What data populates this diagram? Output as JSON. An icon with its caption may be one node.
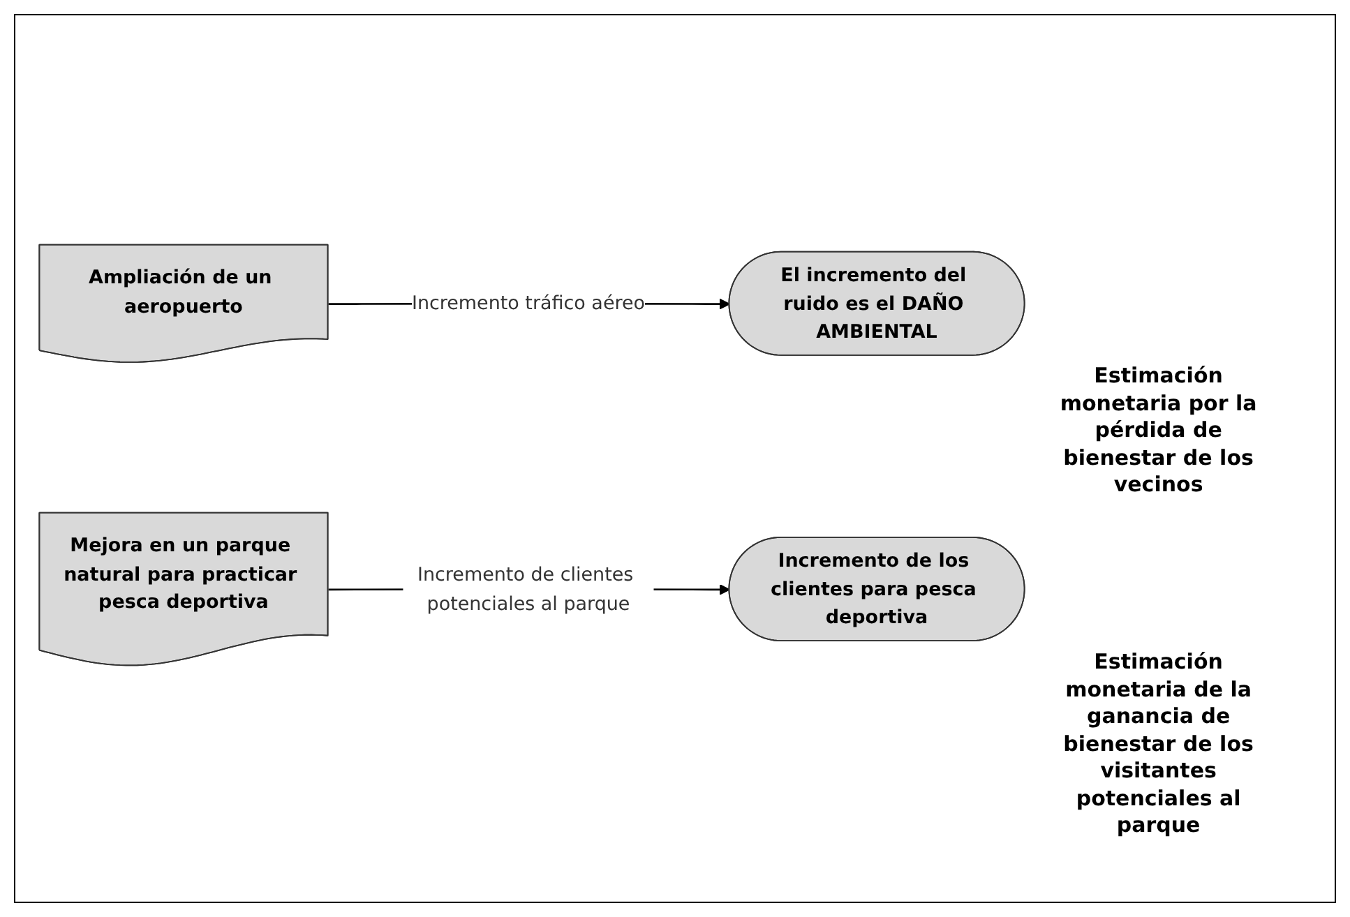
{
  "diagram": {
    "nodes": [
      {
        "text": [
          "Ampliación de un aeropuerto"
        ]
      },
      {
        "text": [
          "El incremento del ruido es el DAÑO AMBIENTAL"
        ],
        "beside": [
          "Estimación monetaria por la pérdida de bienestar de los vecinos"
        ]
      },
      {
        "text": [
          "Mejora en un parque natural para practicar pesca deportiva"
        ]
      },
      {
        "text": [
          "Incremento de los clientes para pesca deportiva"
        ],
        "beside": [
          "Estimación monetaria de la ganancia de bienestar de los visitantes potenciales al parque"
        ]
      }
    ],
    "edges": [
      {
        "from": 0,
        "to": 1,
        "arrow": "to",
        "label": "Incremento tráfico aéreo"
      },
      {
        "from": 2,
        "to": 3,
        "arrow": "to",
        "label": "Incremento de clientes potenciales al parque"
      }
    ]
  }
}
